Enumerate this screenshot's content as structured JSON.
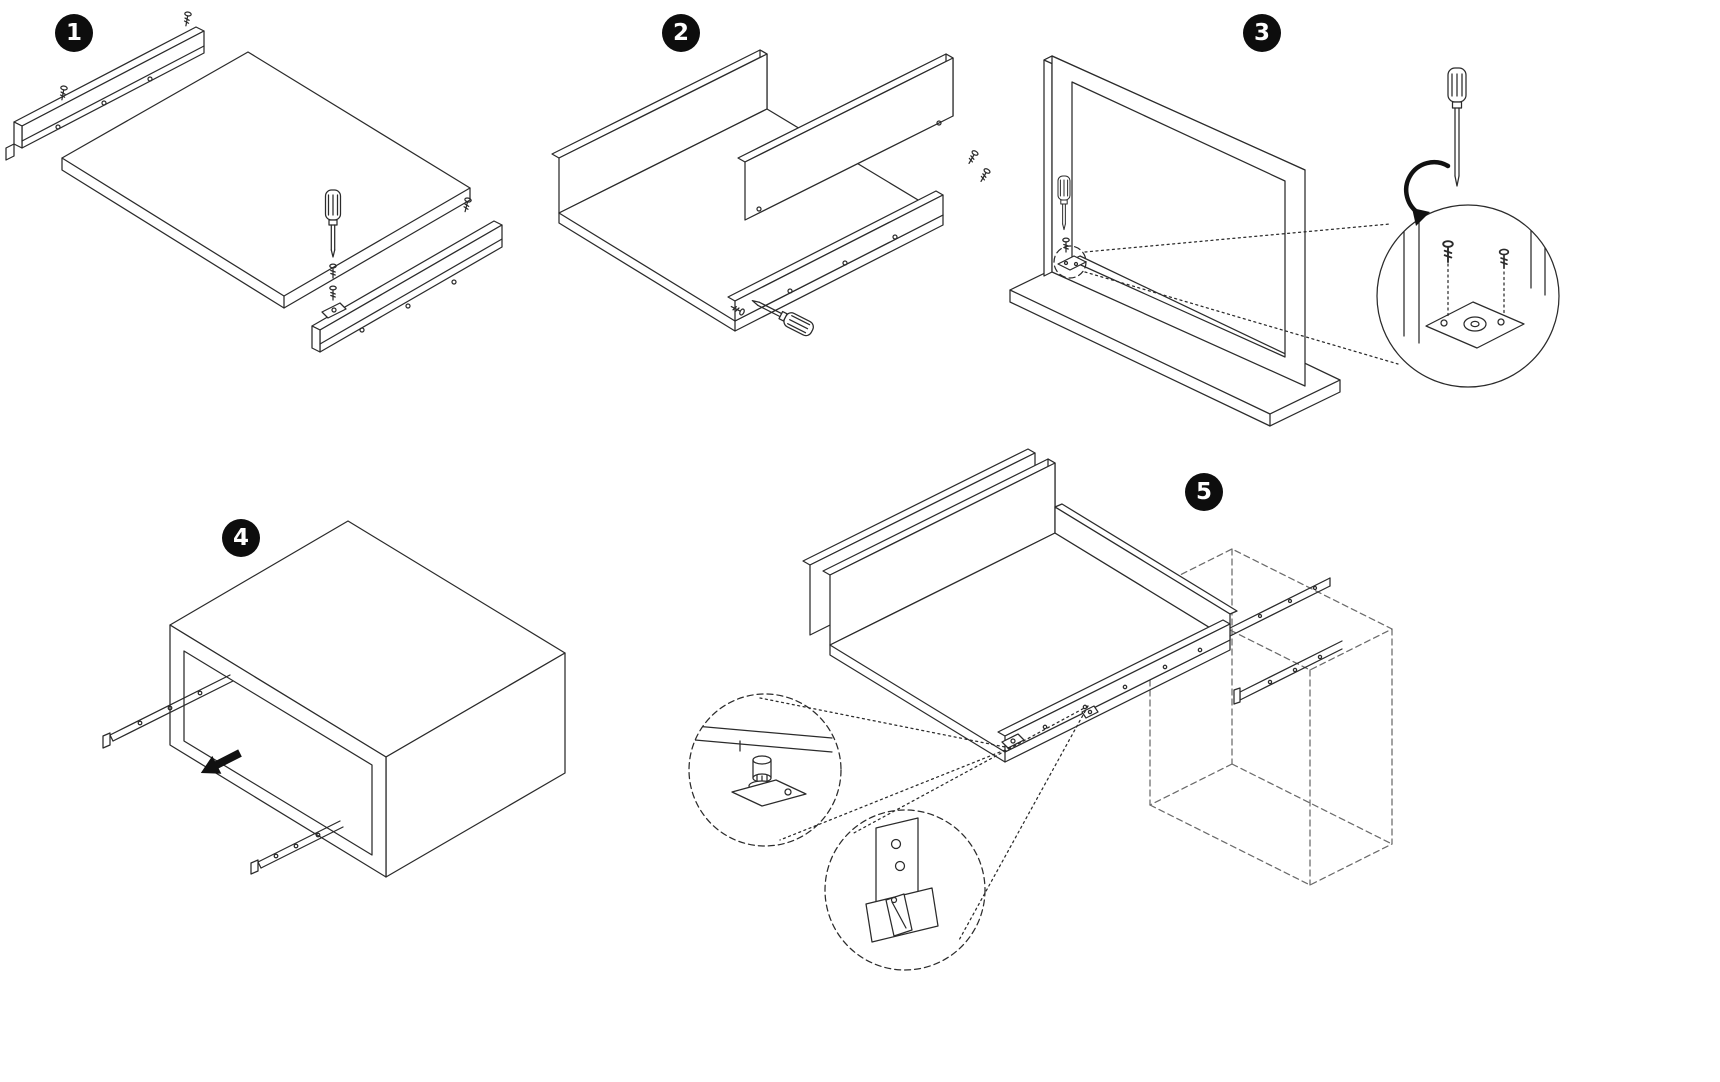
{
  "colors": {
    "background": "#ffffff",
    "line": "#2b2b2b",
    "badge_background": "#0d0d0d",
    "badge_text": "#ffffff",
    "dashed_outline": "#6b6b6b"
  },
  "icons": {
    "screwdriver": "screwdriver-icon",
    "screw": "screw-icon",
    "pull_direction_arrow": "arrow-icon",
    "rotate_arrow": "rotation-arrow-icon",
    "detail_callout": "callout-circle"
  },
  "steps": [
    {
      "number": "1"
    },
    {
      "number": "2"
    },
    {
      "number": "3"
    },
    {
      "number": "4"
    },
    {
      "number": "5"
    }
  ]
}
